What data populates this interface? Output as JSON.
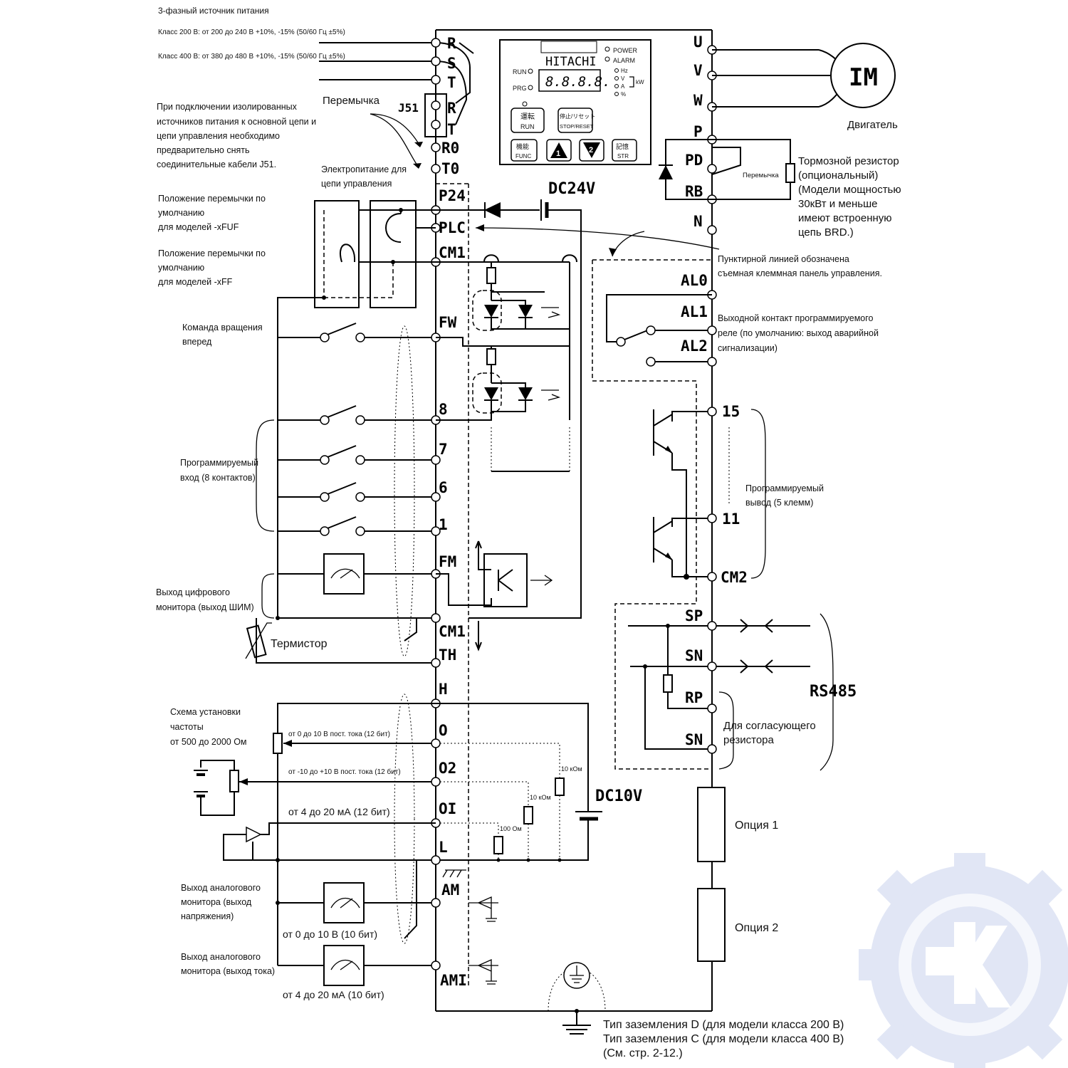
{
  "labels": {
    "power_source": "3-фазный источник питания",
    "class200": "Класс 200 В: от 200 до 240 В +10%, -15% (50/60 Гц ±5%)",
    "class400": "Класс 400 В: от 380 до 480 В +10%, -15% (50/60 Гц ±5%)",
    "isolated_1": "При подключении изолированных",
    "isolated_2": "источников питания к основной цепи и",
    "isolated_3": "цепи управления необходимо",
    "isolated_4": "предварительно снять",
    "isolated_5": "соединительные кабели J51.",
    "jumper": "Перемычка",
    "j51": "J51",
    "ctrl_power_1": "Электропитание для",
    "ctrl_power_2": "цепи управления",
    "fuf_1": "Положение перемычки по",
    "fuf_2": "умолчанию",
    "fuf_3": "для моделей -xFUF",
    "ff_1": "Положение перемычки по",
    "ff_2": "умолчанию",
    "ff_3": "для моделей -xFF",
    "forward_1": "Команда вращения",
    "forward_2": "вперед",
    "prog_in_1": "Программируемый",
    "prog_in_2": "вход (8 контактов)",
    "digital_mon_1": "Выход цифрового",
    "digital_mon_2": "монитора (выход ШИМ)",
    "thermistor": "Термистор",
    "freq_1": "Схема установки",
    "freq_2": "частоты",
    "freq_3": "от 500 до 2000 Ом",
    "v0_10": "от 0 до 10 В пост. тока (12 бит)",
    "v10_10": "от -10 до +10 В пост. тока (12 бит)",
    "ma4_20": "от 4 до 20 мА (12 бит)",
    "analog_v_1": "Выход аналогового",
    "analog_v_2": "монитора (выход",
    "analog_v_3": "напряжения)",
    "am_range": "от 0 до 10 В (10 бит)",
    "analog_i_1": "Выход аналогового",
    "analog_i_2": "монитора (выход тока)",
    "ami_range": "от 4 до 20 мА (10 бит)",
    "dc24": "DC24V",
    "dc10": "DC10V",
    "motor": "Двигатель",
    "im": "IM",
    "brake_1": "Тормозной резистор",
    "brake_2": "(опциональный)",
    "brake_3": "(Модели мощностью",
    "brake_4": "30кВт и меньше",
    "brake_5": "имеют встроенную",
    "brake_6": "цепь BRD.)",
    "dashed_1": "Пунктирной линией обозначена",
    "dashed_2": "съемная клеммная панель управления.",
    "relay_1": "Выходной контакт программируемого",
    "relay_2": "реле (по умолчанию: выход аварийной",
    "relay_3": "сигнализации)",
    "prog_out_1": "Программируемый",
    "prog_out_2": "вывод (5 клемм)",
    "rs485": "RS485",
    "term_res_1": "Для согласующего",
    "term_res_2": "резистора",
    "option1": "Опция 1",
    "option2": "Опция 2",
    "ground_1": "Тип заземления D (для модели класса 200 В)",
    "ground_2": "Тип заземления C (для модели класса 400 В)",
    "ground_3": "(См. стр. 2-12.)",
    "r10k_1": "10 кОм",
    "r10k_2": "10 кОм",
    "r100": "100 Ом"
  },
  "panel": {
    "brand": "HITACHI",
    "display": "8.8.8.8.",
    "power": "POWER",
    "alarm": "ALARM",
    "hz": "Hz",
    "v": "V",
    "a": "A",
    "pct": "%",
    "kw": "kW",
    "run_led": "RUN",
    "prg_led": "PRG",
    "run_btn_1": "運転",
    "run_btn_2": "RUN",
    "stop_btn_1": "停止/リセット",
    "stop_btn_2": "STOP/RESET",
    "func_btn_1": "機能",
    "func_btn_2": "FUNC",
    "up_btn": "1",
    "down_btn": "2",
    "str_btn_1": "記憶",
    "str_btn_2": "STR"
  },
  "terminals_left": [
    "R",
    "S",
    "T",
    "R",
    "T",
    "R0",
    "T0",
    "P24",
    "PLC",
    "CM1",
    "FW",
    "8",
    "7",
    "6",
    "1",
    "FM",
    "CM1",
    "TH",
    "H",
    "O",
    "O2",
    "OI",
    "L",
    "AM",
    "AMI"
  ],
  "terminals_right": [
    "U",
    "V",
    "W",
    "P",
    "PD",
    "RB",
    "N",
    "AL0",
    "AL1",
    "AL2",
    "15",
    "11",
    "CM2",
    "SP",
    "SN",
    "RP",
    "SN"
  ]
}
